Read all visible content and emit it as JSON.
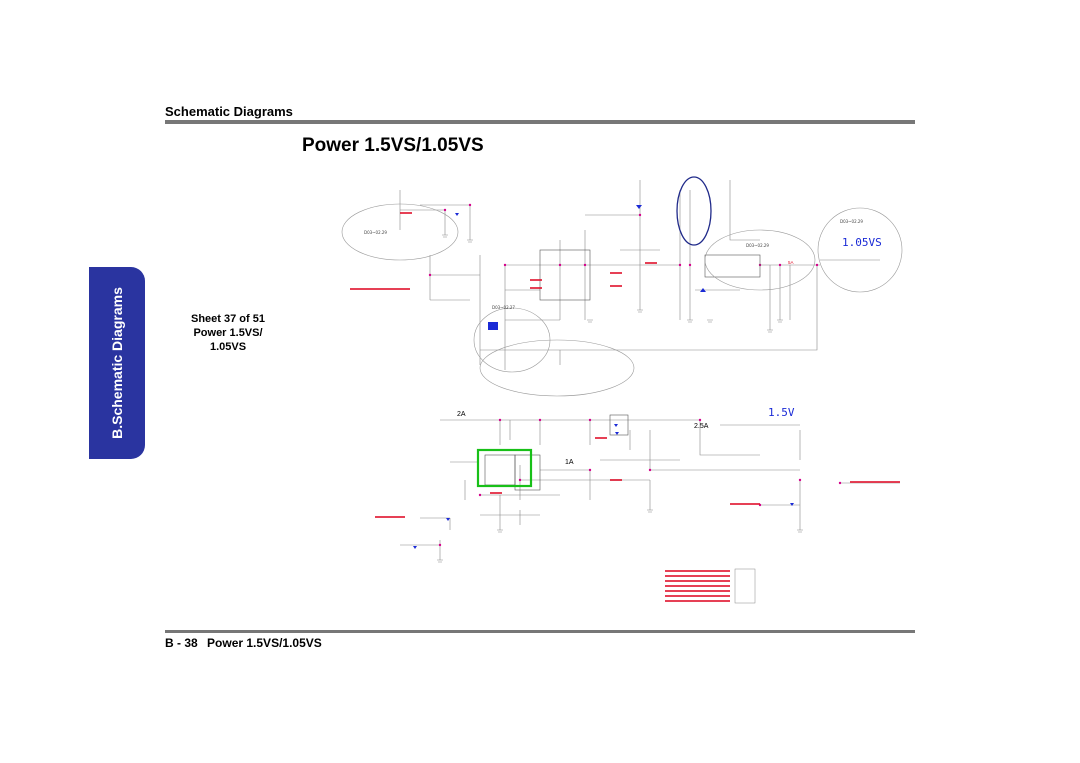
{
  "header": {
    "section_title": "Schematic Diagrams"
  },
  "page": {
    "title": "Power 1.5VS/1.05VS"
  },
  "side_tab": {
    "label": "B.Schematic Diagrams"
  },
  "sheet_info": {
    "line1": "Sheet 37 of 51",
    "line2": "Power 1.5VS/",
    "line3": "1.05VS"
  },
  "footer": {
    "page_ref": "B - 38",
    "title": "Power 1.5VS/1.05VS"
  },
  "schematic": {
    "upper_rail_label": "1.05VS",
    "lower_rail_label": "1.5V",
    "current_2a": "2A",
    "current_2_5a": "2.5A",
    "current_1a": "1A",
    "date_note_1": "D03~02.29",
    "date_note_2": "D03~02.29",
    "date_note_3": "D03~02.27",
    "date_note_4": "D03~02.29",
    "net_5a": "5A",
    "colors": {
      "rail": "#1a2ad6",
      "net": "#d4008a",
      "green_box": "#18c018",
      "ellipse": "#202a8a",
      "red_text": "#e0102a"
    }
  }
}
